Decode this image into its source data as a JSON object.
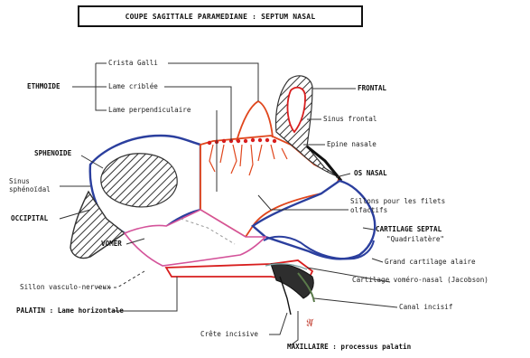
{
  "title": "COUPE SAGITTALE PARAMEDIANE : SEPTUM NASAL",
  "labels": {
    "ethmoide": "ETHMOIDE",
    "crista_galli": "Crista Galli",
    "lame_criblee": "Lame criblée",
    "lame_perpendiculaire": "Lame perpendiculaire",
    "frontal": "FRONTAL",
    "sinus_frontal": "Sinus frontal",
    "epine_nasale": "Epine nasale",
    "os_nasal": "OS NASAL",
    "sphenoide": "SPHENOIDE",
    "sinus_sphenoidal": "Sinus sphénoïdal",
    "occipital": "OCCIPITAL",
    "sillons_olfactifs": "Sillons pour les filets olfactifs",
    "cartilage_septal": "CARTILAGE SEPTAL",
    "quadrilatere": "\"Quadrilatère\"",
    "vomer": "VOMER",
    "grand_cartilage_alaire": "Grand cartilage alaire",
    "sillon_vasculo_nerveux": "Sillon vasculo-nerveux",
    "cartilage_vomero_nasal": "Cartilage voméro-nasal (Jacobson)",
    "palatin": "PALATIN : Lame horizontale",
    "canal_incisif": "Canal incisif",
    "crete_incisive": "Crête incisive",
    "maxillaire": "MAXILLAIRE : processus palatin"
  },
  "colors": {
    "ink": "#1a1a1a",
    "blue": "#2b3f9e",
    "orange": "#e0461c",
    "red": "#d81e1e",
    "pink": "#d4539a",
    "green": "#5a7a4a"
  }
}
